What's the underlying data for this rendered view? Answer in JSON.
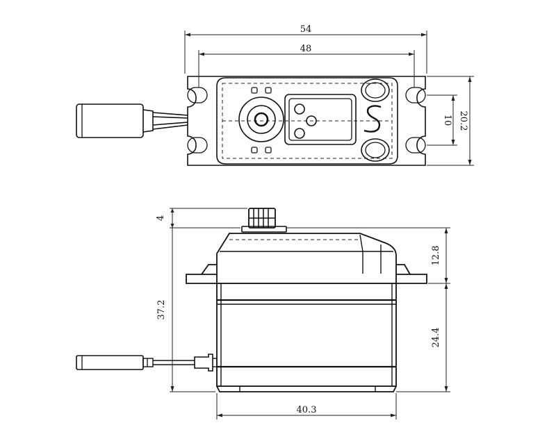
{
  "dimensions": {
    "top_overall_width": "54",
    "top_hole_spacing": "48",
    "top_slot_spacing": "10",
    "top_overall_height": "20.2",
    "side_shaft_height": "4",
    "side_total_height": "37.2",
    "side_upper_height": "12.8",
    "side_lower_height": "24.4",
    "side_body_width": "40.3"
  },
  "colors": {
    "line": "#111111",
    "background": "#ffffff"
  }
}
